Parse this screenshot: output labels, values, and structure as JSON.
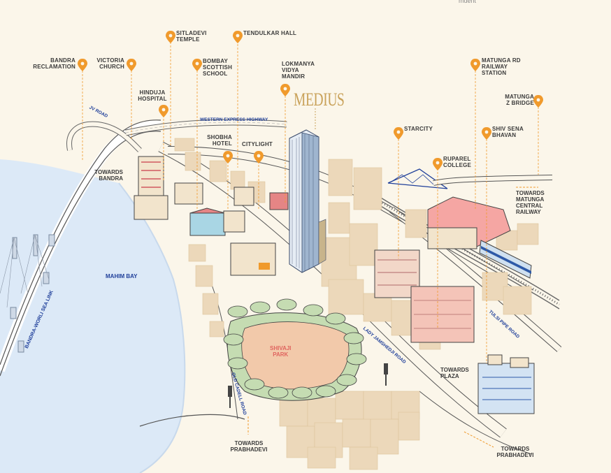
{
  "top_cut_text": "mdent",
  "landmarks": {
    "bandra_reclamation": "BANDRA\nRECLAMATION",
    "victoria_church": "VICTORIA\nCHURCH",
    "sitladevi_temple": "SITLADEVI\nTEMPLE",
    "tendulkar_hall": "TENDULKAR HALL",
    "bombay_scottish_school": "BOMBAY\nSCOTTISH\nSCHOOL",
    "hinduja_hospital": "HINDUJA\nHOSPITAL",
    "lokmanya_vidya_mandir": "LOKMANYA\nVIDYA\nMANDIR",
    "matunga_rd_railway_station": "MATUNGA RD\nRAILWAY\nSTATION",
    "matunga_z_bridge": "MATUNGA\nZ BRIDGE",
    "starcity": "STARCITY",
    "shiv_sena_bhavan": "SHIV SENA\nBHAVAN",
    "shobha_hotel": "SHOBHA\nHOTEL",
    "citylight": "CITYLIGHT",
    "ruparel_college": "RUPAREL\nCOLLEGE"
  },
  "project_name": "MEDIUS",
  "roads": {
    "jv_road": "JV ROAD",
    "western_express_highway": "WESTERN EXPRESS HIGHWAY",
    "bandra_worli_sea_link": "BANDRA-WORLI SEA LINK",
    "lady_jamshedji_road": "LADY JAMSHEDJI ROAD",
    "old_cadell_road": "OLD CADELL ROAD",
    "tulsi_pipe_road": "TULSI PIPE ROAD"
  },
  "water": {
    "mahim_bay": "MAHIM BAY"
  },
  "park": "SHIVAJI\nPARK",
  "directions": {
    "towards_bandra": "TOWARDS\nBANDRA",
    "towards_matunga_central": "TOWARDS\nMATUNGA\nCENTRAL\nRAILWAY",
    "towards_plaza": "TOWARDS\nPLAZA",
    "towards_prabhadevi_left": "TOWARDS\nPRABHADEVI",
    "towards_prabhadevi_right": "TOWARDS\nPRABHADEVI"
  },
  "colors": {
    "background": "#fbf6ea",
    "water": "#dce9f7",
    "pin": "#f09a2c",
    "road_label": "#1f3f9a",
    "building": "#ecd8ba",
    "park_ground": "#f2c9aa",
    "trees": "#c5dcb2",
    "medius": "#c9a25a"
  }
}
